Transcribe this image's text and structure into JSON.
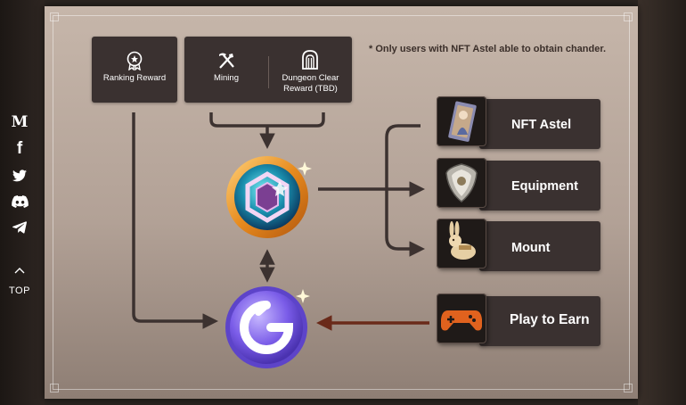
{
  "social": {
    "items": [
      {
        "name": "medium",
        "glyph": "M"
      },
      {
        "name": "facebook",
        "glyph": "f"
      },
      {
        "name": "twitter",
        "glyph": ""
      },
      {
        "name": "discord",
        "glyph": ""
      },
      {
        "name": "telegram",
        "glyph": ""
      }
    ],
    "top_arrow": "^",
    "top_label": "TOP"
  },
  "note": "* Only users with NFT Astel able to obtain chander.",
  "sources": {
    "ranking": "Ranking Reward",
    "mining": "Mining",
    "dungeon_line1": "Dungeon Clear",
    "dungeon_line2": "Reward (TBD)"
  },
  "outputs": {
    "nft_astel": "NFT Astel",
    "equipment": "Equipment",
    "mount": "Mount",
    "play_to_earn": "Play to Earn"
  },
  "colors": {
    "box_dark": "#3a3130",
    "arrow": "#3c3230",
    "arrow_p2e": "#6a2a1a",
    "token_gold": "#e6962a",
    "token_teal": "#2bb4c8",
    "coin_purple": "#8a6cf0"
  }
}
